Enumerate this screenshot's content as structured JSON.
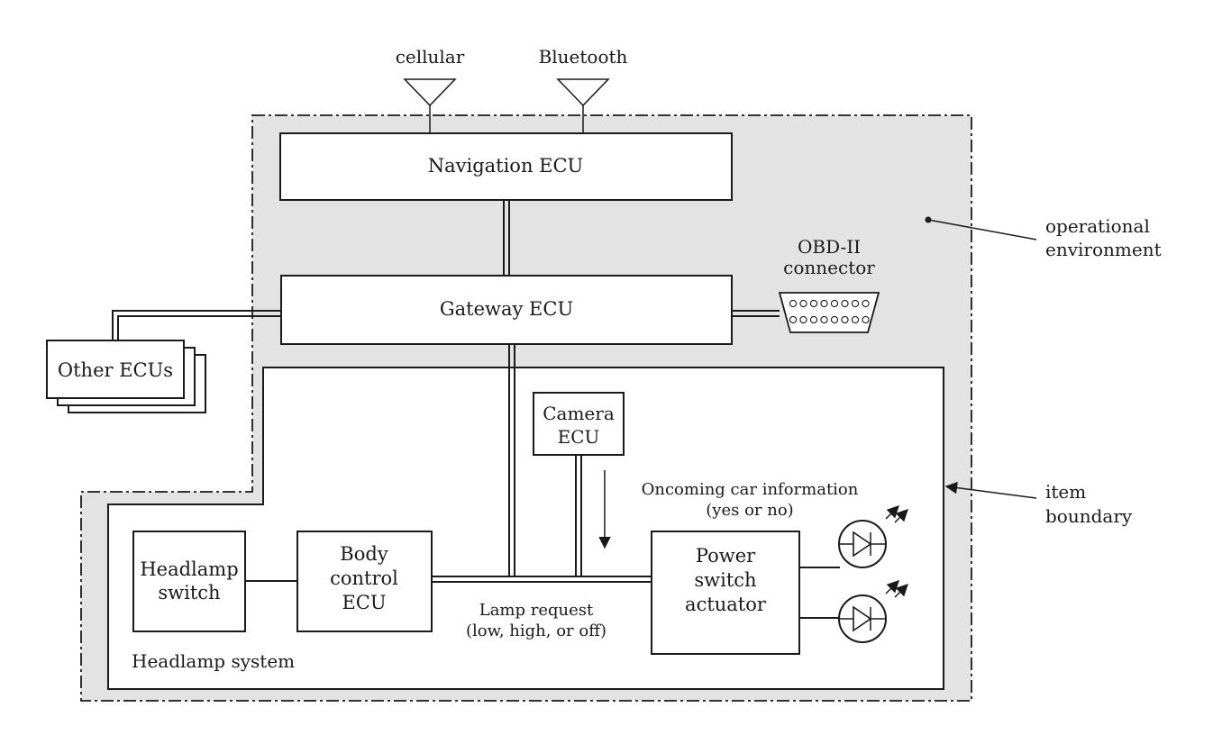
{
  "antennas": {
    "cellular": "cellular",
    "bluetooth": "Bluetooth"
  },
  "boxes": {
    "navigation_ecu": "Navigation ECU",
    "gateway_ecu": "Gateway ECU",
    "other_ecus": "Other ECUs",
    "camera_ecu": [
      "Camera",
      "ECU"
    ],
    "headlamp_switch": [
      "Headlamp",
      "switch"
    ],
    "body_control_ecu": [
      "Body",
      "control",
      "ECU"
    ],
    "power_switch_actuator": [
      "Power",
      "switch",
      "actuator"
    ]
  },
  "connector": {
    "obd_ii": [
      "OBD-II",
      "connector"
    ]
  },
  "signals": {
    "oncoming_car": [
      "Oncoming car information",
      "(yes or no)"
    ],
    "lamp_request": [
      "Lamp request",
      "(low, high, or off)"
    ]
  },
  "regions": {
    "headlamp_system": "Headlamp system"
  },
  "callouts": {
    "operational_environment": [
      "operational",
      "environment"
    ],
    "item_boundary": [
      "item",
      "boundary"
    ]
  },
  "colors": {
    "environment_fill": "#e3e3e3",
    "line": "#1a1a1a",
    "box_fill": "#ffffff"
  }
}
